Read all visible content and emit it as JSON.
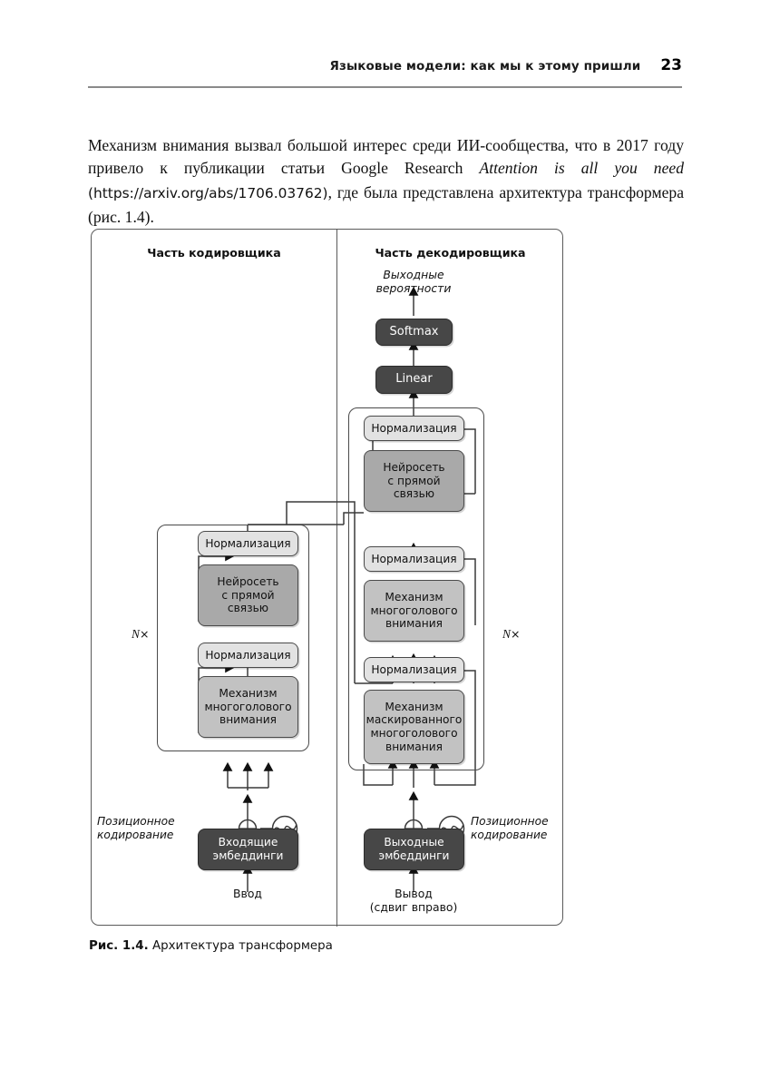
{
  "header": {
    "title": "Языковые модели: как мы к этому пришли",
    "page_number": "23"
  },
  "body": {
    "paragraph_part1": "Механизм внимания вызвал большой интерес среди ИИ-сообщества, что в 2017 году привело к публикации статьи Google Research ",
    "paragraph_italic": "Attention is all you need",
    "paragraph_url": " (https://arxiv.org/abs/1706.03762)",
    "paragraph_part2": ", где была представлена архитектура трансформера (рис. 1.4)."
  },
  "figure": {
    "encoder_title": "Часть кодировщика",
    "decoder_title": "Часть декодировщика",
    "caption_label": "Рис. 1.4.",
    "caption_text": "Архитектура трансформера",
    "n_times_encoder": "N",
    "n_times_decoder": "N",
    "n_times_suffix": "×",
    "output_probabilities": "Выходные\nвероятности",
    "output_probabilities_line1": "Выходные",
    "output_probabilities_line2": "вероятности",
    "softmax": "Softmax",
    "linear": "Linear",
    "normalization": "Нормализация",
    "feed_forward_line1": "Нейросеть",
    "feed_forward_line2": "с прямой",
    "feed_forward_line3": "связью",
    "attention_line1": "Механизм",
    "attention_line2": "многоголового",
    "attention_line3": "внимания",
    "masked_attention_line1": "Механизм",
    "masked_attention_line2": "маскированного",
    "masked_attention_line3": "многоголового",
    "masked_attention_line4": "внимания",
    "positional_encoding_line1": "Позиционное",
    "positional_encoding_line2": "кодирование",
    "input_embeddings_line1": "Входящие",
    "input_embeddings_line2": "эмбеддинги",
    "output_embeddings_line1": "Выходные",
    "output_embeddings_line2": "эмбеддинги",
    "input_label": "Ввод",
    "output_label_line1": "Вывод",
    "output_label_line2": "(сдвиг вправо)",
    "colors": {
      "dark_box": "#474747",
      "norm_box": "#e2e2e2",
      "feed_forward_box": "#a9a9a9",
      "attention_box": "#c2c2c2",
      "frame_line": "#5a5a5a",
      "rule": "#8a8a8a"
    }
  }
}
